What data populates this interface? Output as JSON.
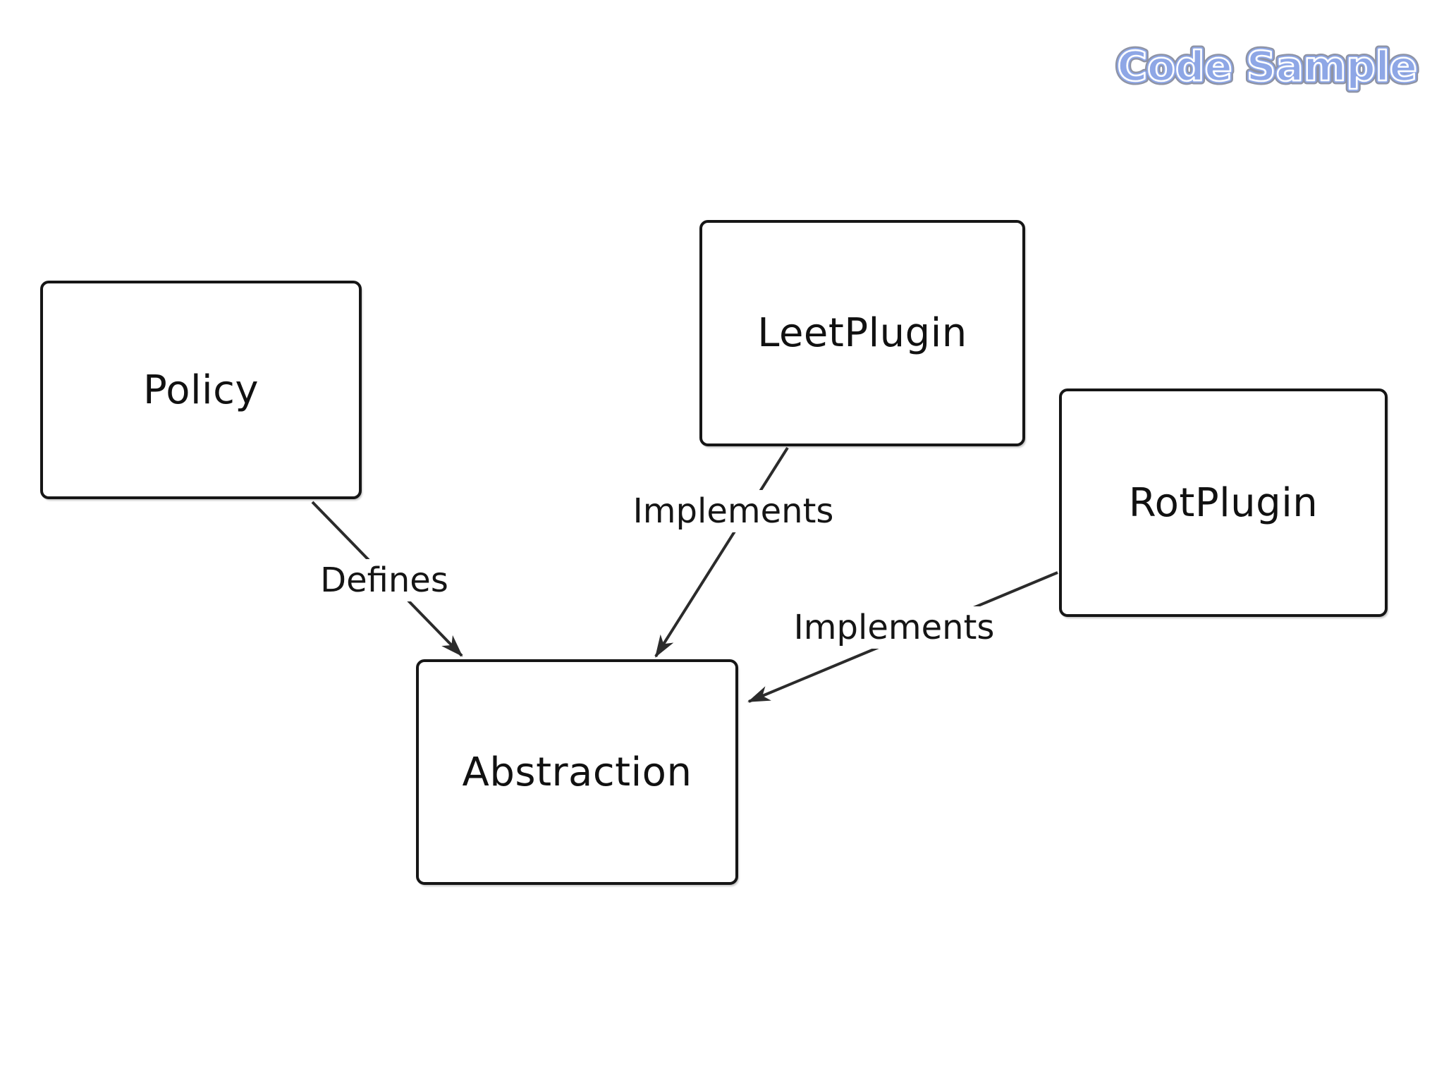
{
  "watermark": {
    "text": "Code Sample",
    "fill_color": "#8ea7e6",
    "inline_color": "#ffffff",
    "outline_color": "#8e93a4"
  },
  "diagram": {
    "nodes": [
      {
        "id": "policy",
        "label": "Policy"
      },
      {
        "id": "leetplugin",
        "label": "LeetPlugin"
      },
      {
        "id": "rotplugin",
        "label": "RotPlugin"
      },
      {
        "id": "abstraction",
        "label": "Abstraction"
      }
    ],
    "edges": [
      {
        "from": "Policy",
        "to": "Abstraction",
        "label": "Defines"
      },
      {
        "from": "LeetPlugin",
        "to": "Abstraction",
        "label": "Implements"
      },
      {
        "from": "RotPlugin",
        "to": "Abstraction",
        "label": "Implements"
      }
    ],
    "colors": {
      "background": "#ffffff",
      "box_fill": "#ffffff",
      "box_border": "#161616",
      "line": "#2b2b2b",
      "text": "#111111"
    }
  }
}
